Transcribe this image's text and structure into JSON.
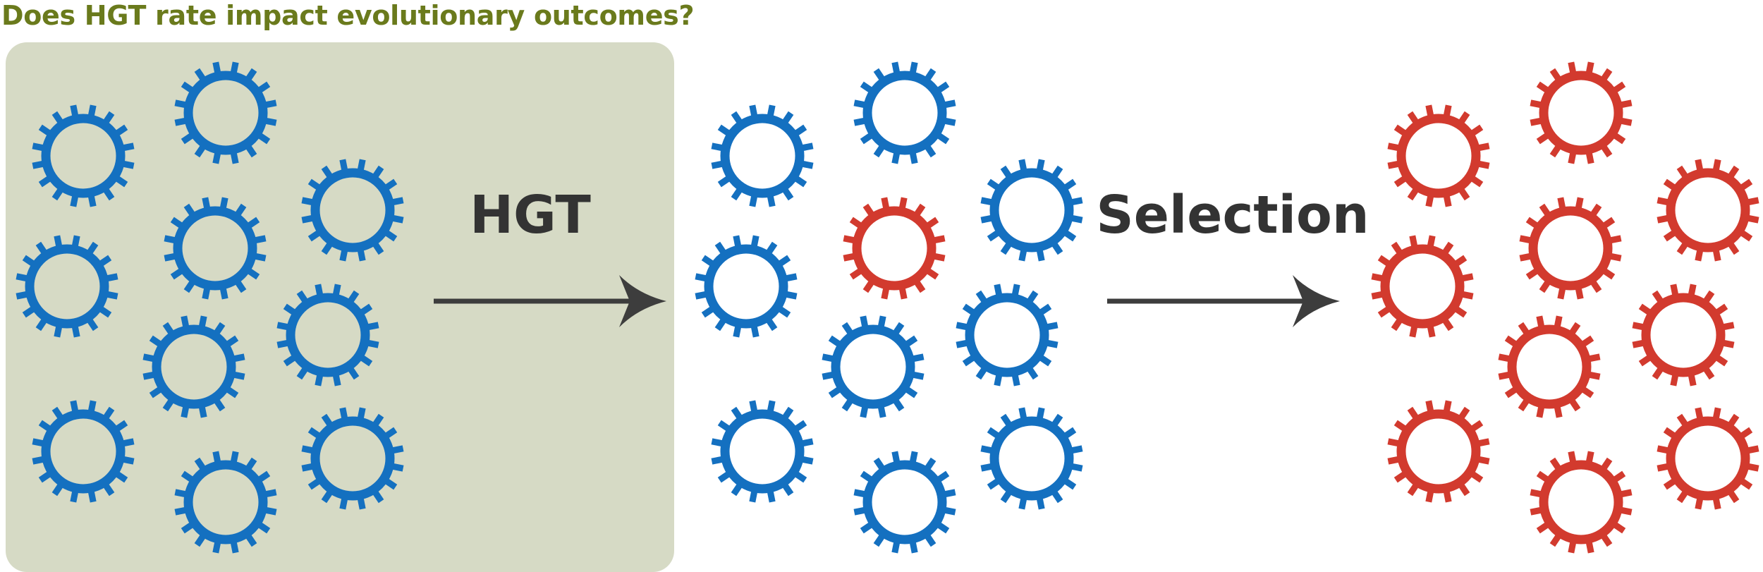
{
  "title": "Does HGT rate impact evolutionary outcomes?",
  "steps": [
    {
      "label": "HGT"
    },
    {
      "label": "Selection"
    }
  ],
  "colors": {
    "title": "#6a7a1c",
    "panel_bg": "#d6dac5",
    "blue_cell": "#1470c0",
    "red_cell": "#d23a2e",
    "arrow": "#3d3d3d",
    "label": "#333333"
  },
  "populations": [
    {
      "name": "initial",
      "cells": [
        "blue",
        "blue",
        "blue",
        "blue",
        "blue",
        "blue",
        "blue",
        "blue",
        "blue",
        "blue",
        "blue"
      ]
    },
    {
      "name": "after-hgt",
      "cells": [
        "blue",
        "blue",
        "blue",
        "blue",
        "red",
        "blue",
        "blue",
        "blue",
        "blue",
        "blue",
        "blue"
      ]
    },
    {
      "name": "after-selection",
      "cells": [
        "red",
        "red",
        "red",
        "red",
        "red",
        "red",
        "red",
        "red",
        "red",
        "red",
        "red"
      ]
    }
  ]
}
